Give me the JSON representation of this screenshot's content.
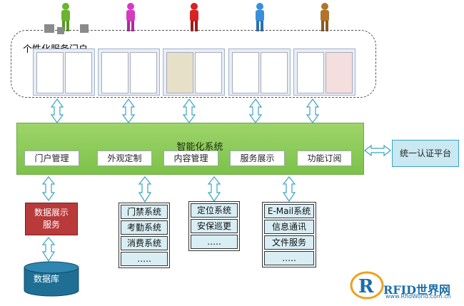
{
  "portal": {
    "title": "个性化服务门户"
  },
  "system": {
    "title": "智能化系统",
    "modules": [
      {
        "label": "门户管理"
      },
      {
        "label": "外观定制"
      },
      {
        "label": "内容管理"
      },
      {
        "label": "服务展示"
      },
      {
        "label": "功能订阅"
      }
    ]
  },
  "auth": {
    "label": "统一认证平台"
  },
  "data_service": {
    "line1": "数据展示",
    "line2": "服务"
  },
  "database": {
    "label": "数据库"
  },
  "subsystems": [
    {
      "items": [
        "门禁系统",
        "考勤系统",
        "消费系统",
        "….."
      ]
    },
    {
      "items": [
        "定位系统",
        "安保巡更",
        "….."
      ]
    },
    {
      "items": [
        "E-Mail系统",
        "信息通讯",
        "文件服务",
        "….."
      ]
    }
  ],
  "logo": {
    "text": "RFID世界网",
    "sub": "www.RfidWorld.com.cn"
  },
  "colors": {
    "bar": "#8ccb5a",
    "connector": "#3aa3c2",
    "service": "#b83a3a",
    "database": "#1f6f94"
  }
}
